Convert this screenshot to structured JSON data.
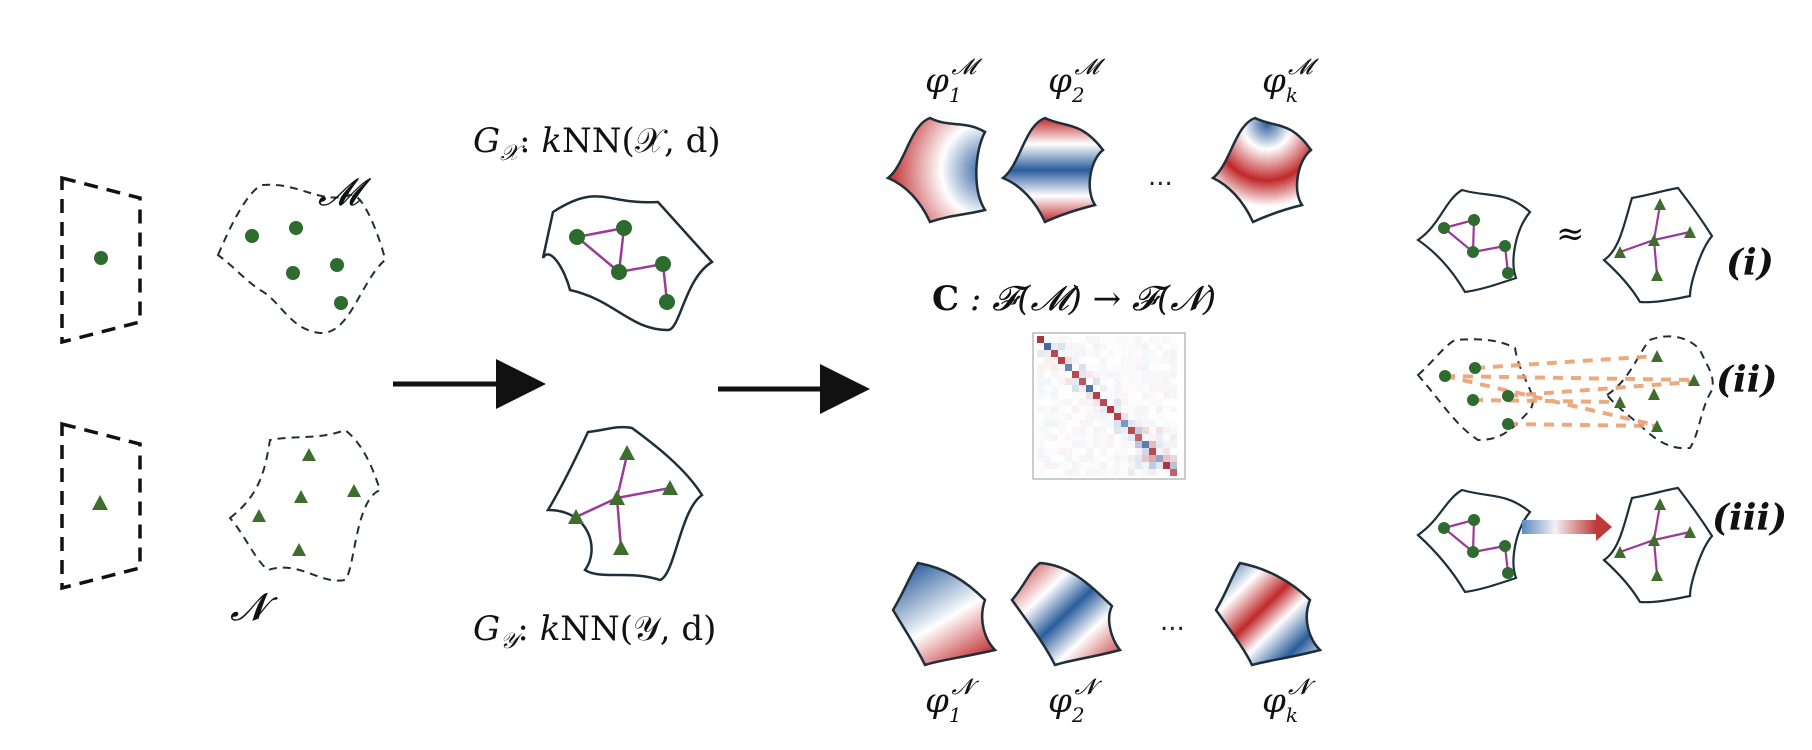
{
  "colors": {
    "point": "#2e6b2e",
    "edge": "#9b3a9b",
    "outline": "#1e2f3a",
    "correspondence": "#e9a070",
    "arrow": "#111111",
    "basis_red": "#c0282a",
    "basis_blue": "#2a5d9c"
  },
  "labels": {
    "manifold_m": "𝓜",
    "manifold_n": "𝓝",
    "graph_x": {
      "g": "G",
      "sub": "𝒳",
      "rest": ": ",
      "k": "k",
      "nn": "NN",
      "args": "(𝒳, d)"
    },
    "graph_y": {
      "g": "G",
      "sub": "𝒴",
      "rest": ": ",
      "k": "k",
      "nn": "NN",
      "args": "(𝒴, d)"
    },
    "functional_map": {
      "c": "C",
      "rest": " : 𝓕(𝓜) → 𝓕(𝓝)"
    },
    "basis_top": [
      {
        "phi": "φ",
        "sub": "1",
        "sup": "𝓜"
      },
      {
        "phi": "φ",
        "sub": "2",
        "sup": "𝓜"
      },
      {
        "phi": "φ",
        "sub": "k",
        "sup": "𝓜"
      }
    ],
    "basis_bottom": [
      {
        "phi": "φ",
        "sub": "1",
        "sup": "𝓝"
      },
      {
        "phi": "φ",
        "sub": "2",
        "sup": "𝓝"
      },
      {
        "phi": "φ",
        "sub": "k",
        "sup": "𝓝"
      }
    ],
    "ellipsis": "...",
    "approx": "≈",
    "options": [
      "(i)",
      "(ii)",
      "(iii)"
    ]
  },
  "icons": {
    "dot": "circle-point-icon",
    "triangle": "triangle-point-icon",
    "arrow": "right-arrow-icon"
  },
  "matrix": {
    "size": 20,
    "diagonal": [
      0.9,
      -0.85,
      0.8,
      0.85,
      -0.7,
      0.8,
      0.75,
      -0.8,
      0.85,
      0.8,
      0.9,
      0.85,
      -0.6,
      0.8,
      0.7,
      -0.75,
      0.8,
      -0.5,
      0.9,
      0.7
    ],
    "note": ""
  }
}
